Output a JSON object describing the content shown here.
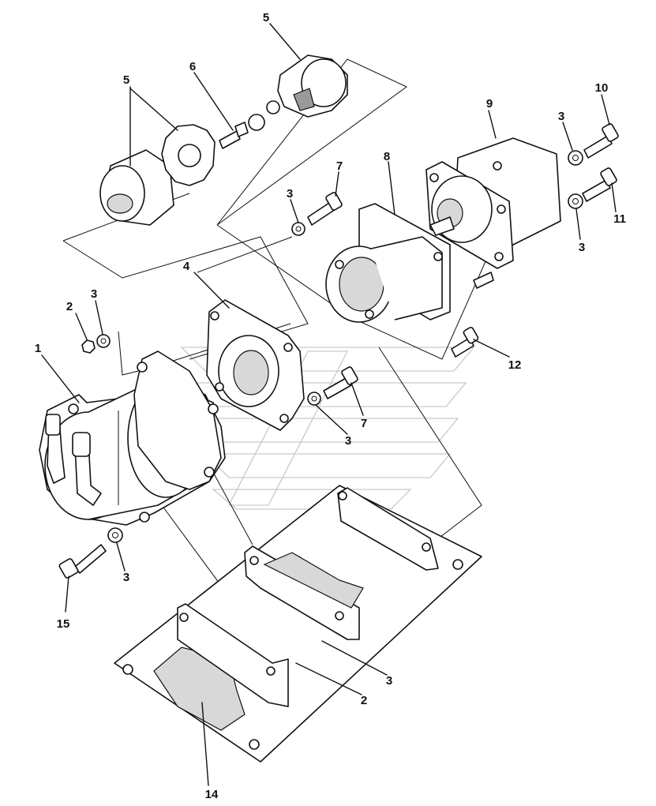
{
  "callouts": {
    "c1": "1",
    "c2a": "2",
    "c2b": "2",
    "c3a": "3",
    "c3b": "3",
    "c3c": "3",
    "c3d": "3",
    "c3e": "3",
    "c3f": "3",
    "c3g": "3",
    "c4": "4",
    "c5a": "5",
    "c5b": "5",
    "c6": "6",
    "c7a": "7",
    "c7b": "7",
    "c8": "8",
    "c9": "9",
    "c10": "10",
    "c11": "11",
    "c12": "12",
    "c14": "14",
    "c15": "15"
  }
}
